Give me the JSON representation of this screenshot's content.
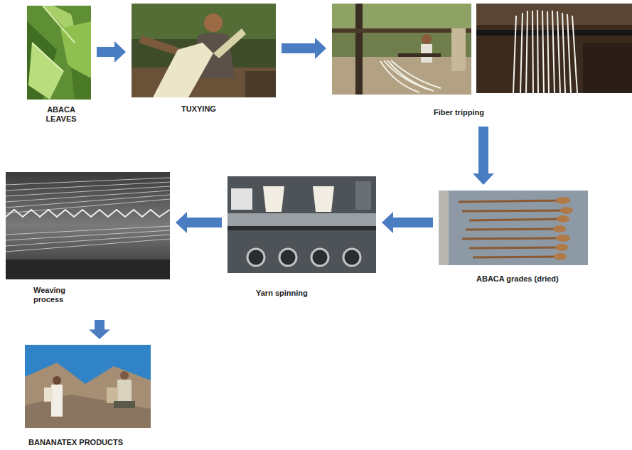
{
  "diagram": {
    "nodes": [
      {
        "text": [
          "ABACA LEAVES"
        ]
      },
      {
        "text": [
          "TUXYING"
        ]
      },
      {
        "text": [
          "Fiber tripping"
        ]
      },
      {
        "text": [
          "ABACA grades (dried)"
        ]
      },
      {
        "text": [
          "Yarn spinning"
        ]
      },
      {
        "text": [
          "Weaving process"
        ]
      },
      {
        "text": [
          "BANANATEX PRODUCTS"
        ]
      }
    ],
    "edges": [
      {
        "from": 0,
        "to": 1,
        "arrow": "to"
      },
      {
        "from": 1,
        "to": 2,
        "arrow": "to"
      },
      {
        "from": 2,
        "to": 3,
        "arrow": "to"
      },
      {
        "from": 3,
        "to": 4,
        "arrow": "to"
      },
      {
        "from": 4,
        "to": 5,
        "arrow": "to"
      },
      {
        "from": 5,
        "to": 6,
        "arrow": "to"
      }
    ]
  }
}
